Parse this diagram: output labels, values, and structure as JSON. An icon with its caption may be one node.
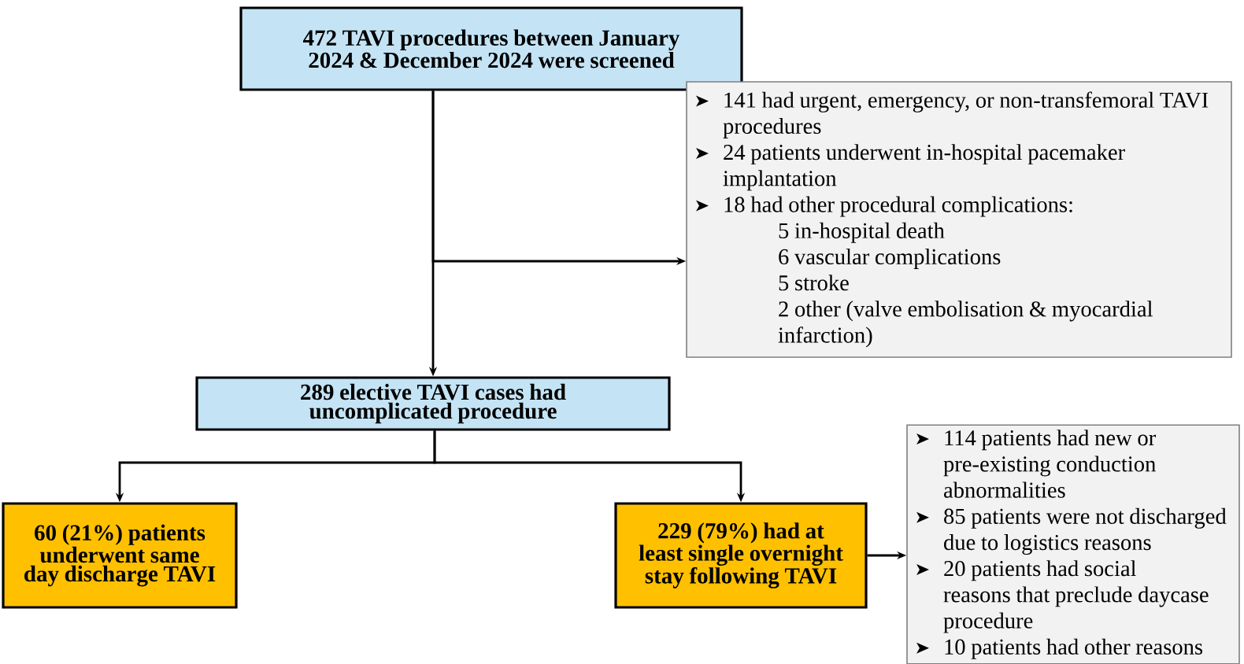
{
  "diagram": {
    "nodes": [
      {
        "text": [
          "472 TAVI procedures between January 2024 & December 2024 were screened"
        ]
      },
      {
        "text": [
          "141 had urgent, emergency, or non-transfemoral TAVI procedures",
          "24 patients underwent in-hospital pacemaker implantation",
          "18 had other procedural complications:",
          "5 in-hospital death",
          "6 vascular complications",
          "5 stroke",
          "2 other (valve embolisation & myocardial infarction)"
        ]
      },
      {
        "text": [
          "289 elective TAVI cases had uncomplicated procedure"
        ]
      },
      {
        "text": [
          "60 (21%) patients underwent same day discharge TAVI"
        ]
      },
      {
        "text": [
          "229 (79%) had at least single overnight stay following TAVI"
        ]
      },
      {
        "text": [
          "114 patients had new or pre-existing conduction abnormalities",
          "85 patients were not discharged due to logistics reasons",
          "20 patients had social reasons that preclude daycase procedure",
          "10 patients had other reasons"
        ]
      }
    ],
    "edges": [
      {
        "from": 0,
        "to": 2,
        "arrow": "to"
      },
      {
        "from": 0,
        "to": 1,
        "arrow": "to"
      },
      {
        "from": 2,
        "to": 3,
        "arrow": "to"
      },
      {
        "from": 2,
        "to": 4,
        "arrow": "to"
      },
      {
        "from": 4,
        "to": 5,
        "arrow": "to"
      }
    ]
  }
}
